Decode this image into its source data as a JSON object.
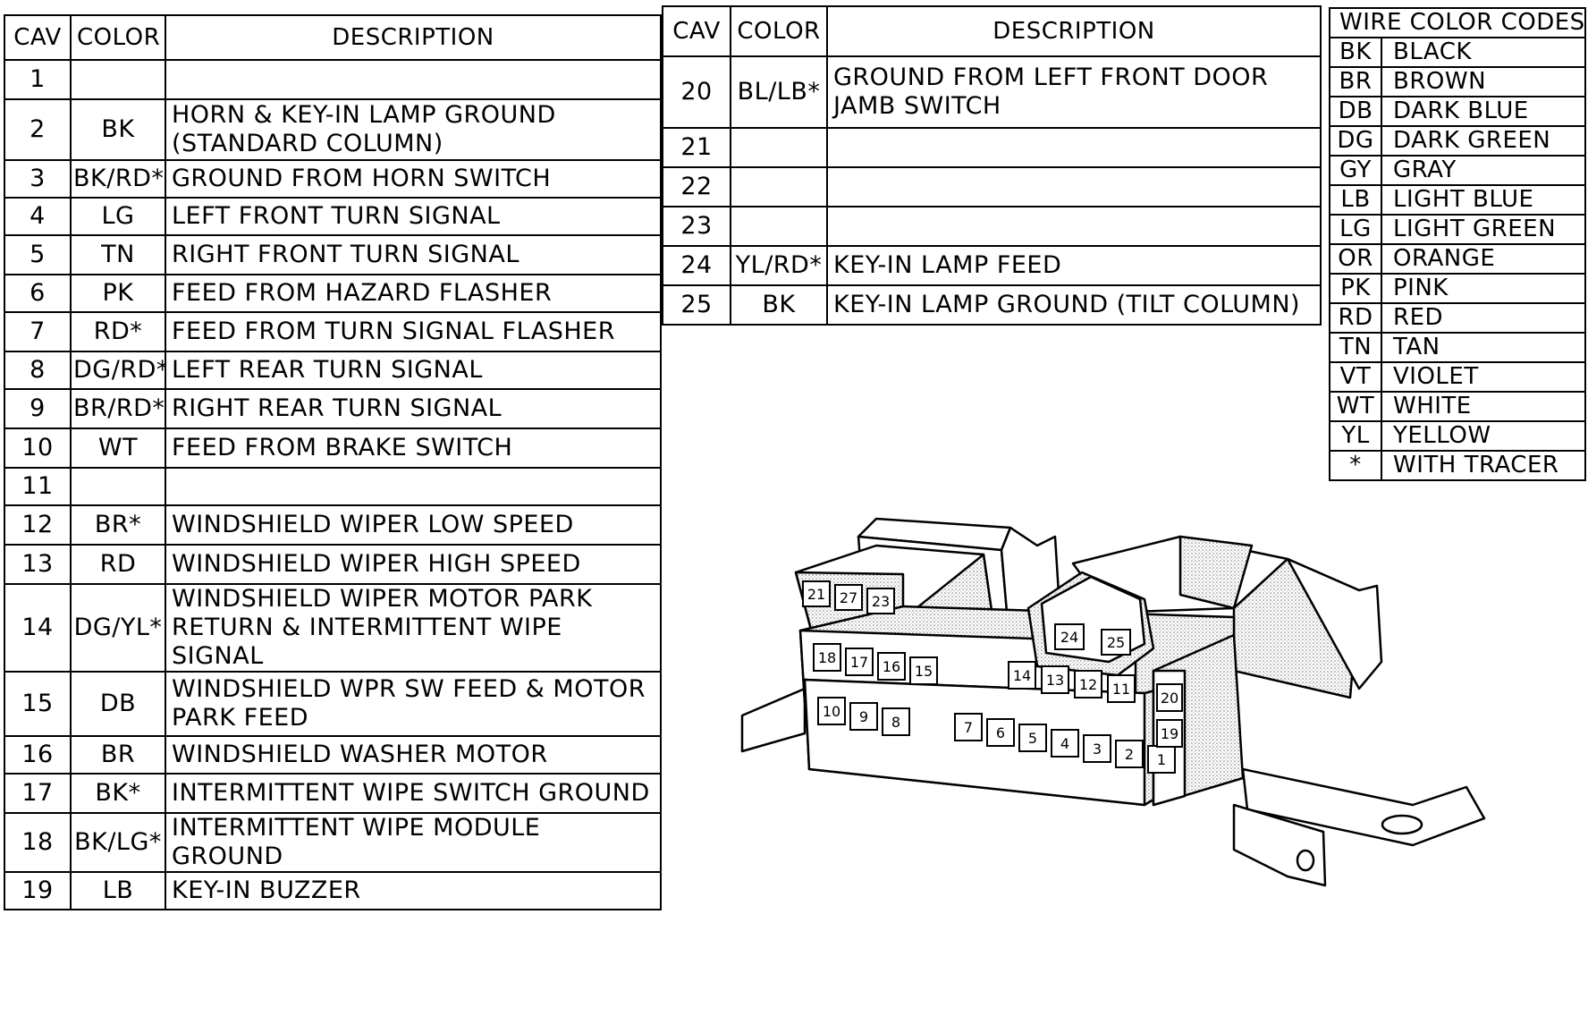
{
  "left_table": {
    "headers": {
      "cav": "CAV",
      "color": "COLOR",
      "description": "DESCRIPTION"
    },
    "rows": [
      {
        "cav": "1",
        "color": "",
        "desc": ""
      },
      {
        "cav": "2",
        "color": "BK",
        "desc": "HORN & KEY-IN LAMP GROUND (STANDARD COLUMN)"
      },
      {
        "cav": "3",
        "color": "BK/RD*",
        "desc": "GROUND FROM HORN SWITCH"
      },
      {
        "cav": "4",
        "color": "LG",
        "desc": "LEFT FRONT TURN SIGNAL"
      },
      {
        "cav": "5",
        "color": "TN",
        "desc": "RIGHT FRONT TURN SIGNAL"
      },
      {
        "cav": "6",
        "color": "PK",
        "desc": "FEED FROM HAZARD FLASHER"
      },
      {
        "cav": "7",
        "color": "RD*",
        "desc": "FEED FROM TURN SIGNAL FLASHER"
      },
      {
        "cav": "8",
        "color": "DG/RD*",
        "desc": "LEFT REAR TURN SIGNAL"
      },
      {
        "cav": "9",
        "color": "BR/RD*",
        "desc": "RIGHT REAR TURN SIGNAL"
      },
      {
        "cav": "10",
        "color": "WT",
        "desc": "FEED FROM BRAKE SWITCH"
      },
      {
        "cav": "11",
        "color": "",
        "desc": ""
      },
      {
        "cav": "12",
        "color": "BR*",
        "desc": "WINDSHIELD WIPER LOW SPEED"
      },
      {
        "cav": "13",
        "color": "RD",
        "desc": "WINDSHIELD WIPER HIGH SPEED"
      },
      {
        "cav": "14",
        "color": "DG/YL*",
        "desc": "WINDSHIELD WIPER MOTOR PARK RETURN & INTERMITTENT WIPE SIGNAL"
      },
      {
        "cav": "15",
        "color": "DB",
        "desc": "WINDSHIELD WPR SW FEED & MOTOR PARK FEED"
      },
      {
        "cav": "16",
        "color": "BR",
        "desc": "WINDSHIELD WASHER MOTOR"
      },
      {
        "cav": "17",
        "color": "BK*",
        "desc": "INTERMITTENT WIPE SWITCH GROUND"
      },
      {
        "cav": "18",
        "color": "BK/LG*",
        "desc": "INTERMITTENT WIPE MODULE GROUND"
      },
      {
        "cav": "19",
        "color": "LB",
        "desc": "KEY-IN BUZZER"
      }
    ]
  },
  "mid_table": {
    "headers": {
      "cav": "CAV",
      "color": "COLOR",
      "description": "DESCRIPTION"
    },
    "rows": [
      {
        "cav": "20",
        "color": "BL/LB*",
        "desc": "GROUND FROM LEFT FRONT DOOR JAMB SWITCH"
      },
      {
        "cav": "21",
        "color": "",
        "desc": ""
      },
      {
        "cav": "22",
        "color": "",
        "desc": ""
      },
      {
        "cav": "23",
        "color": "",
        "desc": ""
      },
      {
        "cav": "24",
        "color": "YL/RD*",
        "desc": "KEY-IN LAMP FEED"
      },
      {
        "cav": "25",
        "color": "BK",
        "desc": "KEY-IN LAMP GROUND (TILT COLUMN)"
      }
    ]
  },
  "wire_codes": {
    "title": "WIRE COLOR CODES",
    "rows": [
      {
        "code": "BK",
        "name": "BLACK"
      },
      {
        "code": "BR",
        "name": "BROWN"
      },
      {
        "code": "DB",
        "name": "DARK BLUE"
      },
      {
        "code": "DG",
        "name": "DARK GREEN"
      },
      {
        "code": "GY",
        "name": "GRAY"
      },
      {
        "code": "LB",
        "name": "LIGHT BLUE"
      },
      {
        "code": "LG",
        "name": "LIGHT GREEN"
      },
      {
        "code": "OR",
        "name": "ORANGE"
      },
      {
        "code": "PK",
        "name": "PINK"
      },
      {
        "code": "RD",
        "name": "RED"
      },
      {
        "code": "TN",
        "name": "TAN"
      },
      {
        "code": "VT",
        "name": "VIOLET"
      },
      {
        "code": "WT",
        "name": "WHITE"
      },
      {
        "code": "YL",
        "name": "YELLOW"
      },
      {
        "code": "*",
        "name": "WITH TRACER"
      }
    ]
  },
  "connector": {
    "top_block": [
      "21",
      "27",
      "23"
    ],
    "small_block": [
      "24",
      "25"
    ],
    "upper_row": [
      "18",
      "17",
      "16",
      "15",
      "14",
      "13",
      "12",
      "11"
    ],
    "lower_row": [
      "10",
      "9",
      "8",
      "7",
      "6",
      "5",
      "4",
      "3",
      "2",
      "1"
    ],
    "side": [
      "20",
      "19"
    ]
  }
}
